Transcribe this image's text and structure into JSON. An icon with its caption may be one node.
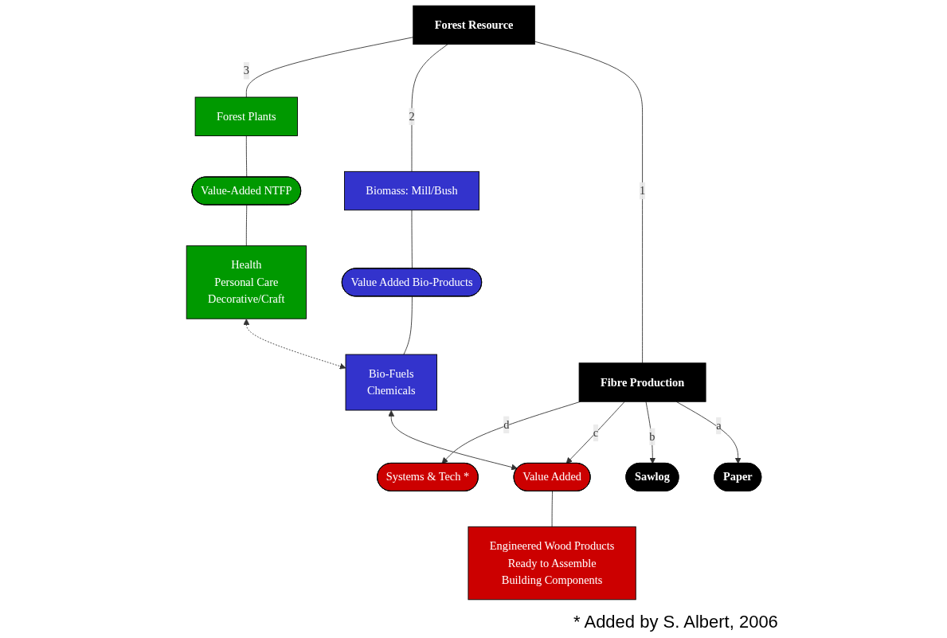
{
  "diagram": {
    "nodes": [
      {
        "text": [
          "Forest Resource"
        ]
      },
      {
        "text": [
          "Forest Plants"
        ]
      },
      {
        "text": [
          "Biomass: Mill/Bush"
        ]
      },
      {
        "text": [
          "Fibre Production"
        ]
      },
      {
        "text": [
          "Systems & Tech *"
        ]
      },
      {
        "text": [
          "Value-Added NTFP"
        ]
      },
      {
        "text": [
          "Value Added Bio-Products"
        ]
      },
      {
        "text": [
          "Value Added"
        ]
      },
      {
        "text": [
          "Sawlog"
        ]
      },
      {
        "text": [
          "Paper"
        ]
      },
      {
        "text": [
          "Health",
          "Personal Care",
          "Decorative/Craft"
        ]
      },
      {
        "text": [
          "Bio-Fuels",
          "Chemicals"
        ]
      },
      {
        "text": [
          "Engineered Wood Products",
          "Ready to Assemble",
          "Building Components"
        ]
      }
    ],
    "edges": [
      {
        "from": 0,
        "to": 1,
        "arrow": "none",
        "label": "3"
      },
      {
        "from": 0,
        "to": 2,
        "arrow": "none",
        "label": "2"
      },
      {
        "from": 0,
        "to": 3,
        "arrow": "none",
        "label": "1"
      },
      {
        "from": 3,
        "to": 4,
        "arrow": "to",
        "label": "d"
      },
      {
        "from": 3,
        "to": 7,
        "arrow": "to",
        "label": "c"
      },
      {
        "from": 3,
        "to": 8,
        "arrow": "to",
        "label": "b"
      },
      {
        "from": 3,
        "to": 9,
        "arrow": "to",
        "label": "a"
      },
      {
        "from": 1,
        "to": 5,
        "arrow": "none"
      },
      {
        "from": 5,
        "to": 10,
        "arrow": "none"
      },
      {
        "from": 2,
        "to": 6,
        "arrow": "none"
      },
      {
        "from": 6,
        "to": 11,
        "arrow": "none"
      },
      {
        "from": 7,
        "to": 12,
        "arrow": "none"
      },
      {
        "from": 10,
        "to": 11,
        "arrow": "both",
        "style": "dashed"
      },
      {
        "from": 11,
        "to": 7,
        "arrow": "both"
      }
    ],
    "labels": [
      "* Added by S. Albert, 2006"
    ]
  }
}
